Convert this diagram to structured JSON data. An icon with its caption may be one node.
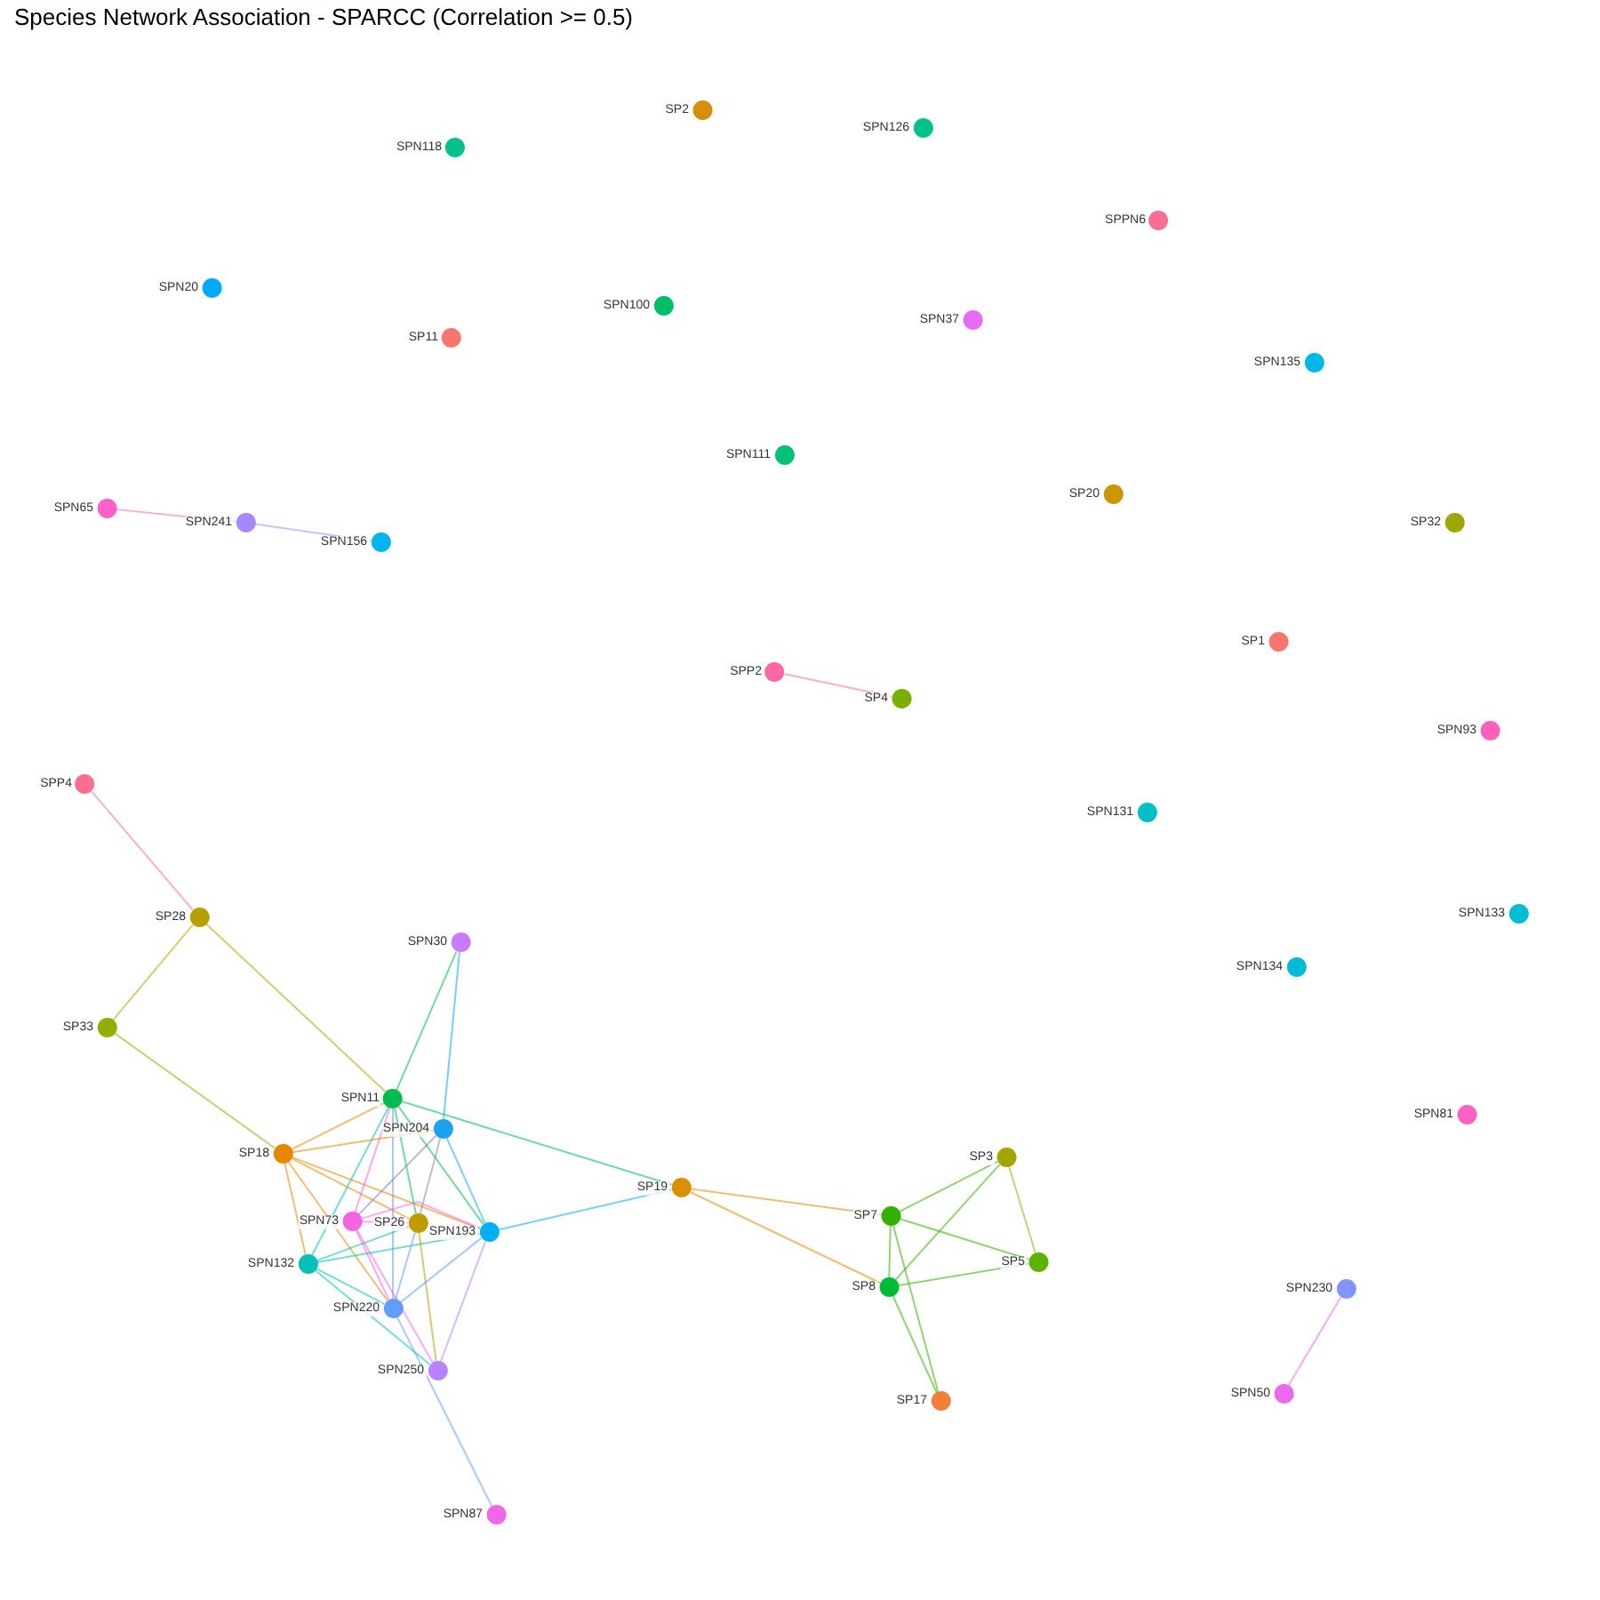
{
  "diagram": {
    "title": "Species Network Association - SPARCC (Correlation >= 0.5)",
    "nodes": [
      {
        "text": [
          "SP2"
        ]
      },
      {
        "text": [
          "SPN126"
        ]
      },
      {
        "text": [
          "SPN118"
        ]
      },
      {
        "text": [
          "SPPN6"
        ]
      },
      {
        "text": [
          "SPN20"
        ]
      },
      {
        "text": [
          "SPN100"
        ]
      },
      {
        "text": [
          "SPN37"
        ]
      },
      {
        "text": [
          "SP11"
        ]
      },
      {
        "text": [
          "SPN135"
        ]
      },
      {
        "text": [
          "SPN111"
        ]
      },
      {
        "text": [
          "SP20"
        ]
      },
      {
        "text": [
          "SPN65"
        ]
      },
      {
        "text": [
          "SPN241"
        ]
      },
      {
        "text": [
          "SP32"
        ]
      },
      {
        "text": [
          "SPN156"
        ]
      },
      {
        "text": [
          "SP1"
        ]
      },
      {
        "text": [
          "SPP2"
        ]
      },
      {
        "text": [
          "SP4"
        ]
      },
      {
        "text": [
          "SPN93"
        ]
      },
      {
        "text": [
          "SPP4"
        ]
      },
      {
        "text": [
          "SPN131"
        ]
      },
      {
        "text": [
          "SPN133"
        ]
      },
      {
        "text": [
          "SP28"
        ]
      },
      {
        "text": [
          "SPN30"
        ]
      },
      {
        "text": [
          "SPN134"
        ]
      },
      {
        "text": [
          "SP33"
        ]
      },
      {
        "text": [
          "SPN11"
        ]
      },
      {
        "text": [
          "SPN81"
        ]
      },
      {
        "text": [
          "SPN204"
        ]
      },
      {
        "text": [
          "SP18"
        ]
      },
      {
        "text": [
          "SP3"
        ]
      },
      {
        "text": [
          "SP19"
        ]
      },
      {
        "text": [
          "SP7"
        ]
      },
      {
        "text": [
          "SPN73"
        ]
      },
      {
        "text": [
          "SP26"
        ]
      },
      {
        "text": [
          "SPN193"
        ]
      },
      {
        "text": [
          "SP5"
        ]
      },
      {
        "text": [
          "SPN132"
        ]
      },
      {
        "text": [
          "SP8"
        ]
      },
      {
        "text": [
          "SPN230"
        ]
      },
      {
        "text": [
          "SPN220"
        ]
      },
      {
        "text": [
          "SPN250"
        ]
      },
      {
        "text": [
          "SPN50"
        ]
      },
      {
        "text": [
          "SP17"
        ]
      },
      {
        "text": [
          "SPN87"
        ]
      }
    ],
    "edges": [
      {
        "from": 11,
        "to": 12,
        "arrow": "none",
        "color": "#ff61c9"
      },
      {
        "from": 12,
        "to": 14,
        "arrow": "none",
        "color": "#a58aff"
      },
      {
        "from": 16,
        "to": 17,
        "arrow": "none",
        "color": "#ff67a4"
      },
      {
        "from": 19,
        "to": 22,
        "arrow": "none",
        "color": "#fd6f8f"
      },
      {
        "from": 22,
        "to": 25,
        "arrow": "none",
        "color": "#b79f00"
      },
      {
        "from": 22,
        "to": 26,
        "arrow": "none",
        "color": "#b79f00"
      },
      {
        "from": 25,
        "to": 29,
        "arrow": "none",
        "color": "#8fb000"
      },
      {
        "from": 23,
        "to": 26,
        "arrow": "none",
        "color": "#00bb4e"
      },
      {
        "from": 23,
        "to": 28,
        "arrow": "none",
        "color": "#00a9ff"
      },
      {
        "from": 26,
        "to": 29,
        "arrow": "none",
        "color": "#e58700"
      },
      {
        "from": 26,
        "to": 31,
        "arrow": "none",
        "color": "#00bb4e"
      },
      {
        "from": 26,
        "to": 35,
        "arrow": "none",
        "color": "#00bb4e"
      },
      {
        "from": 26,
        "to": 33,
        "arrow": "none",
        "color": "#f564e3"
      },
      {
        "from": 26,
        "to": 34,
        "arrow": "none",
        "color": "#00bb4e"
      },
      {
        "from": 26,
        "to": 37,
        "arrow": "none",
        "color": "#00c0b8"
      },
      {
        "from": 26,
        "to": 40,
        "arrow": "none",
        "color": "#619cff"
      },
      {
        "from": 29,
        "to": 28,
        "arrow": "none",
        "color": "#e58700"
      },
      {
        "from": 29,
        "to": 34,
        "arrow": "none",
        "color": "#e58700"
      },
      {
        "from": 29,
        "to": 35,
        "arrow": "none",
        "color": "#e58700"
      },
      {
        "from": 29,
        "to": 37,
        "arrow": "none",
        "color": "#e58700"
      },
      {
        "from": 29,
        "to": 40,
        "arrow": "none",
        "color": "#e58700"
      },
      {
        "from": 28,
        "to": 33,
        "arrow": "none",
        "color": "#7f6fd0"
      },
      {
        "from": 28,
        "to": 34,
        "arrow": "none",
        "color": "#8a8a8a"
      },
      {
        "from": 28,
        "to": 35,
        "arrow": "none",
        "color": "#1ea1f0"
      },
      {
        "from": 33,
        "to": 34,
        "arrow": "none",
        "color": "#f564e3"
      },
      {
        "from": 33,
        "to": 35,
        "arrow": "none",
        "color": "#f564e3"
      },
      {
        "from": 33,
        "to": 40,
        "arrow": "none",
        "color": "#f564e3"
      },
      {
        "from": 33,
        "to": 41,
        "arrow": "none",
        "color": "#f564e3"
      },
      {
        "from": 37,
        "to": 34,
        "arrow": "none",
        "color": "#00c0b8"
      },
      {
        "from": 37,
        "to": 35,
        "arrow": "none",
        "color": "#00c0b8"
      },
      {
        "from": 37,
        "to": 40,
        "arrow": "none",
        "color": "#00c0b8"
      },
      {
        "from": 37,
        "to": 41,
        "arrow": "none",
        "color": "#00c0b8"
      },
      {
        "from": 34,
        "to": 40,
        "arrow": "none",
        "color": "#619cff"
      },
      {
        "from": 34,
        "to": 41,
        "arrow": "none",
        "color": "#c09b00"
      },
      {
        "from": 35,
        "to": 31,
        "arrow": "none",
        "color": "#00b0f6"
      },
      {
        "from": 35,
        "to": 40,
        "arrow": "none",
        "color": "#619cff"
      },
      {
        "from": 35,
        "to": 41,
        "arrow": "none",
        "color": "#b983ff"
      },
      {
        "from": 40,
        "to": 44,
        "arrow": "none",
        "color": "#619cff"
      },
      {
        "from": 31,
        "to": 32,
        "arrow": "none",
        "color": "#e58700"
      },
      {
        "from": 31,
        "to": 38,
        "arrow": "none",
        "color": "#e58700"
      },
      {
        "from": 32,
        "to": 30,
        "arrow": "none",
        "color": "#35b000"
      },
      {
        "from": 32,
        "to": 36,
        "arrow": "none",
        "color": "#35b000"
      },
      {
        "from": 32,
        "to": 38,
        "arrow": "none",
        "color": "#35b000"
      },
      {
        "from": 32,
        "to": 43,
        "arrow": "none",
        "color": "#35b000"
      },
      {
        "from": 38,
        "to": 30,
        "arrow": "none",
        "color": "#35b000"
      },
      {
        "from": 38,
        "to": 36,
        "arrow": "none",
        "color": "#35b000"
      },
      {
        "from": 38,
        "to": 43,
        "arrow": "none",
        "color": "#35b000"
      },
      {
        "from": 30,
        "to": 36,
        "arrow": "none",
        "color": "#a3a500"
      },
      {
        "from": 39,
        "to": 42,
        "arrow": "none",
        "color": "#ed68ed"
      }
    ]
  }
}
